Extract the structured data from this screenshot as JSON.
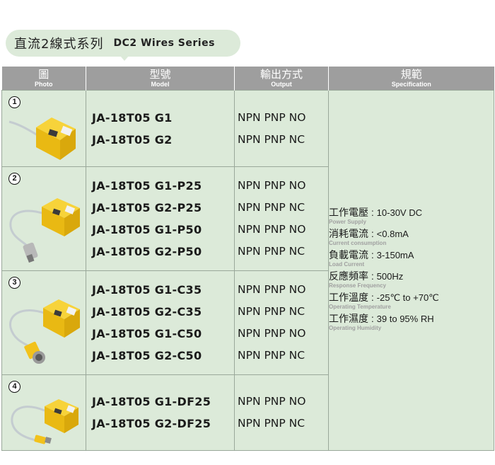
{
  "header": {
    "title_cn": "直流2線式系列",
    "title_en": "DC2 Wires Series"
  },
  "columns": [
    {
      "cn": "圖",
      "en": "Photo"
    },
    {
      "cn": "型號",
      "en": "Model"
    },
    {
      "cn": "輸出方式",
      "en": "Output"
    },
    {
      "cn": "規範",
      "en": "Specification"
    }
  ],
  "rows": [
    {
      "num": "1",
      "photo_icon": "proximity-sensor-with-cable-icon",
      "models": [
        "JA-18T05 G1",
        "JA-18T05 G2"
      ],
      "outputs": [
        "NPN PNP NO",
        "NPN PNP NC"
      ]
    },
    {
      "num": "2",
      "photo_icon": "proximity-sensor-with-plug-icon",
      "models": [
        "JA-18T05 G1-P25",
        "JA-18T05 G2-P25",
        "JA-18T05 G1-P50",
        "JA-18T05 G2-P50"
      ],
      "outputs": [
        "NPN PNP NO",
        "NPN PNP NC",
        "NPN PNP NO",
        "NPN PNP NC"
      ]
    },
    {
      "num": "3",
      "photo_icon": "proximity-sensor-with-connector-icon",
      "models": [
        "JA-18T05 G1-C35",
        "JA-18T05 G2-C35",
        "JA-18T05 G1-C50",
        "JA-18T05 G2-C50"
      ],
      "outputs": [
        "NPN PNP NO",
        "NPN PNP NC",
        "NPN PNP NO",
        "NPN PNP NC"
      ]
    },
    {
      "num": "4",
      "photo_icon": "proximity-sensor-with-small-connector-icon",
      "models": [
        "JA-18T05 G1-DF25",
        "JA-18T05 G2-DF25"
      ],
      "outputs": [
        "NPN PNP NO",
        "NPN PNP NC"
      ]
    }
  ],
  "specification": [
    {
      "label": "工作電壓",
      "value": "10-30V DC",
      "en": "Power Supply"
    },
    {
      "label": "消耗電流",
      "value": "<0.8mA",
      "en": "Current consumption"
    },
    {
      "label": "負載電流",
      "value": "3-150mA",
      "en": "Load Current"
    },
    {
      "label": "反應頻率",
      "value": "500Hz",
      "en": "Response Frequency"
    },
    {
      "label": "工作溫度",
      "value": "-25℃ to +70℃",
      "en": "Operating Temperature"
    },
    {
      "label": "工作濕度",
      "value": "39 to 95% RH",
      "en": "Operating Humidity"
    }
  ],
  "colors": {
    "header_bg": "#9e9e9e",
    "cell_bg": "#dcead9",
    "sensor_yellow": "#f2c21b",
    "cable_gray": "#c4ccd0"
  }
}
